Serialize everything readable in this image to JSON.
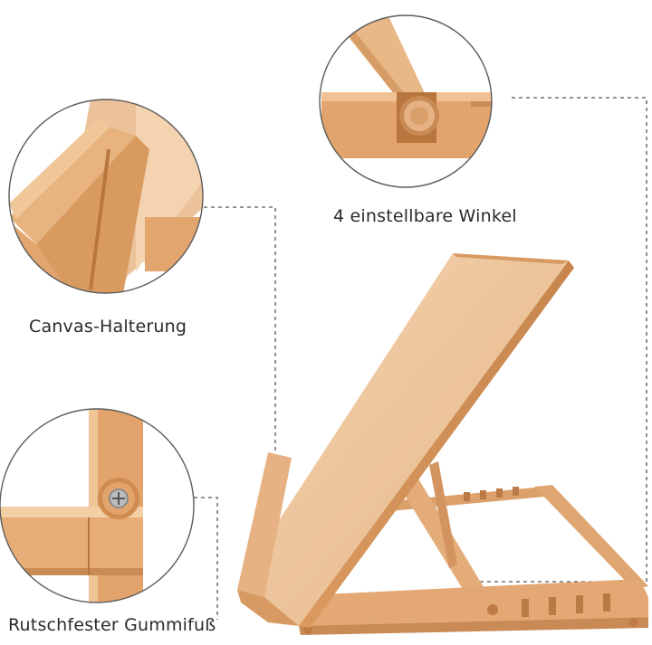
{
  "captions": {
    "angle": "4 einstellbare Winkel",
    "canvas_holder": "Canvas-Halterung",
    "rubber_foot": "Rutschfester Gummifuß"
  },
  "colors": {
    "wood_light": "#f0c9a0",
    "wood_mid": "#e2ab78",
    "wood_dark": "#c98a55",
    "circle_border": "#5b5b5b",
    "dashed_line": "#555555"
  }
}
